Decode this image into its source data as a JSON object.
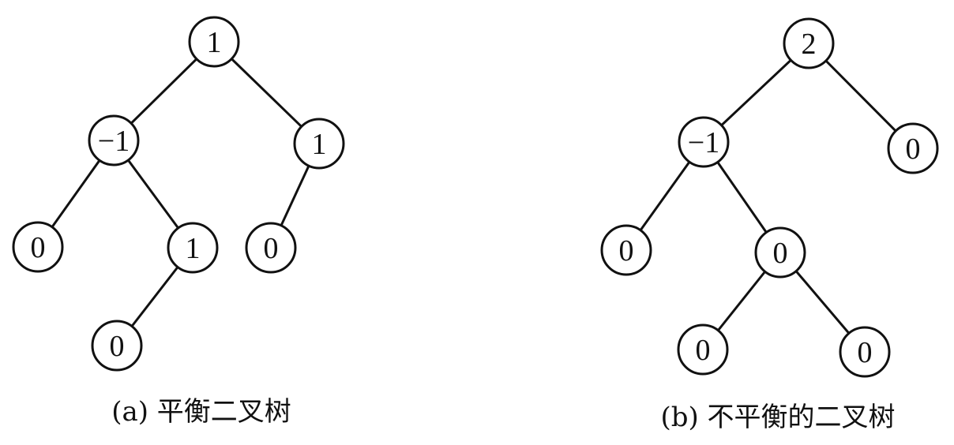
{
  "trees": [
    {
      "caption": "(a) 平衡二叉树",
      "nodes": [
        {
          "id": "a1",
          "label": "1"
        },
        {
          "id": "a2",
          "label": "−1"
        },
        {
          "id": "a3",
          "label": "1"
        },
        {
          "id": "a4",
          "label": "0"
        },
        {
          "id": "a5",
          "label": "1"
        },
        {
          "id": "a6",
          "label": "0"
        },
        {
          "id": "a7",
          "label": "0"
        }
      ],
      "edges": [
        [
          "a1",
          "a2"
        ],
        [
          "a1",
          "a3"
        ],
        [
          "a2",
          "a4"
        ],
        [
          "a2",
          "a5"
        ],
        [
          "a3",
          "a6"
        ],
        [
          "a5",
          "a7"
        ]
      ]
    },
    {
      "caption": "(b) 不平衡的二叉树",
      "nodes": [
        {
          "id": "b1",
          "label": "2"
        },
        {
          "id": "b2",
          "label": "−1"
        },
        {
          "id": "b3",
          "label": "0"
        },
        {
          "id": "b4",
          "label": "0"
        },
        {
          "id": "b5",
          "label": "0"
        },
        {
          "id": "b6",
          "label": "0"
        },
        {
          "id": "b7",
          "label": "0"
        }
      ],
      "edges": [
        [
          "b1",
          "b2"
        ],
        [
          "b1",
          "b3"
        ],
        [
          "b2",
          "b4"
        ],
        [
          "b2",
          "b5"
        ],
        [
          "b5",
          "b6"
        ],
        [
          "b5",
          "b7"
        ]
      ]
    }
  ],
  "colors": {
    "stroke": "#111111",
    "background": "#ffffff"
  }
}
